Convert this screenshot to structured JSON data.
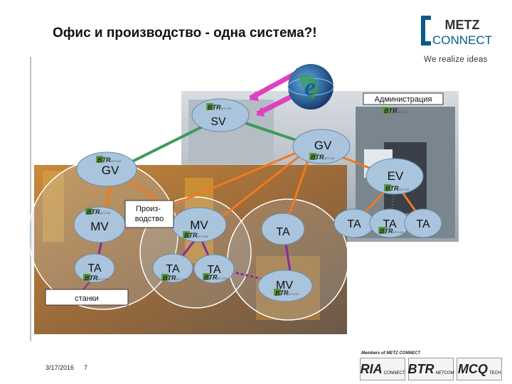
{
  "title": "Офис и производство  - одна система?!",
  "logo": {
    "line1": "METZ",
    "line2": "CONNECT",
    "tagline": "We realize ideas"
  },
  "admin_label": "Администрация",
  "production_label": "Произ-\nводство",
  "machines_label": "станки",
  "btr_logo_text": "BTR",
  "btr_logo_sub": "NETCOM",
  "nodes": {
    "sv": "SV",
    "gv_left": "GV",
    "gv_right": "GV",
    "ev": "EV",
    "mv_left": "MV",
    "mv_mid": "MV",
    "mv_bottom": "MV",
    "ta_left": "TA",
    "ta_mid1": "TA",
    "ta_mid2": "TA",
    "ta_center": "TA",
    "ta_right1": "TA",
    "ta_right2": "TA",
    "ta_right3": "TA"
  },
  "internet_icon": "e",
  "footer": {
    "date": "3/17/2016",
    "page": "7"
  },
  "members": {
    "caption": "Members of METZ CONNECT",
    "brands": [
      {
        "name": "RIA",
        "suffix": "CONNECT"
      },
      {
        "name": "BTR",
        "suffix": "NETCOM"
      },
      {
        "name": "MCQ",
        "suffix": "TECH"
      }
    ]
  },
  "colors": {
    "green_link": "#3c9a5c",
    "orange_link": "#f07a22",
    "purple_link": "#8a2b9a",
    "node_fill": "#a9c4dc",
    "btr_green": "#5a9a40",
    "arrow_magenta": "#e040c0"
  }
}
